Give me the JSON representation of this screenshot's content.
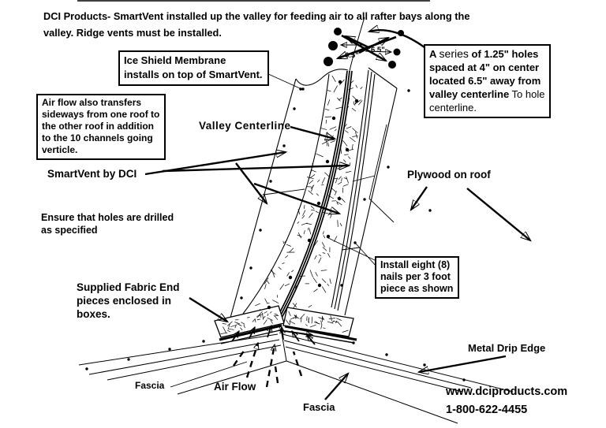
{
  "title": {
    "line1": "DCI Products- SmartVent installed up the valley for feeding air to all rafter bays along the",
    "line2": "valley. Ridge vents must be installed."
  },
  "boxes": {
    "ice_shield": {
      "line1": "Ice Shield Membrane",
      "line2": "installs on top of SmartVent."
    },
    "air_flow_note": {
      "lines": [
        "Air flow also transfers",
        "sideways from one roof to",
        "the other roof in addition",
        "to the 10 channels going",
        "verticle."
      ]
    },
    "holes_note": {
      "l1a": "A ",
      "l1b": "series",
      "l1c": " of 1.25\" holes",
      "l2": "spaced at 4\" on center",
      "l3": "located 6.5\" away from",
      "l4b": "valley centerline",
      "l4r": " To hole",
      "l5": "centerline."
    },
    "nails_note": {
      "lines": [
        "Install eight (8)",
        "nails per 3 foot",
        "piece as shown"
      ]
    }
  },
  "labels": {
    "valley_centerline": "Valley Centerline",
    "smartvent": "SmartVent by DCI",
    "ensure_line1": "Ensure that holes are drilled",
    "ensure_line2": "as specified",
    "supplied_lines": [
      "Supplied Fabric End",
      "pieces enclosed in",
      "boxes."
    ],
    "plywood": "Plywood on roof",
    "metal_drip_edge": "Metal Drip Edge",
    "fascia_left": "Fascia",
    "fascia_right": "Fascia",
    "air_flow": "Air Flow",
    "website": "www.dciproducts.com",
    "phone": "1-800-622-4455",
    "dim_left": "6.5\"",
    "dim_right": "6.5\""
  },
  "colors": {
    "ink": "#000000",
    "background": "#ffffff",
    "hatch": "#555555"
  }
}
